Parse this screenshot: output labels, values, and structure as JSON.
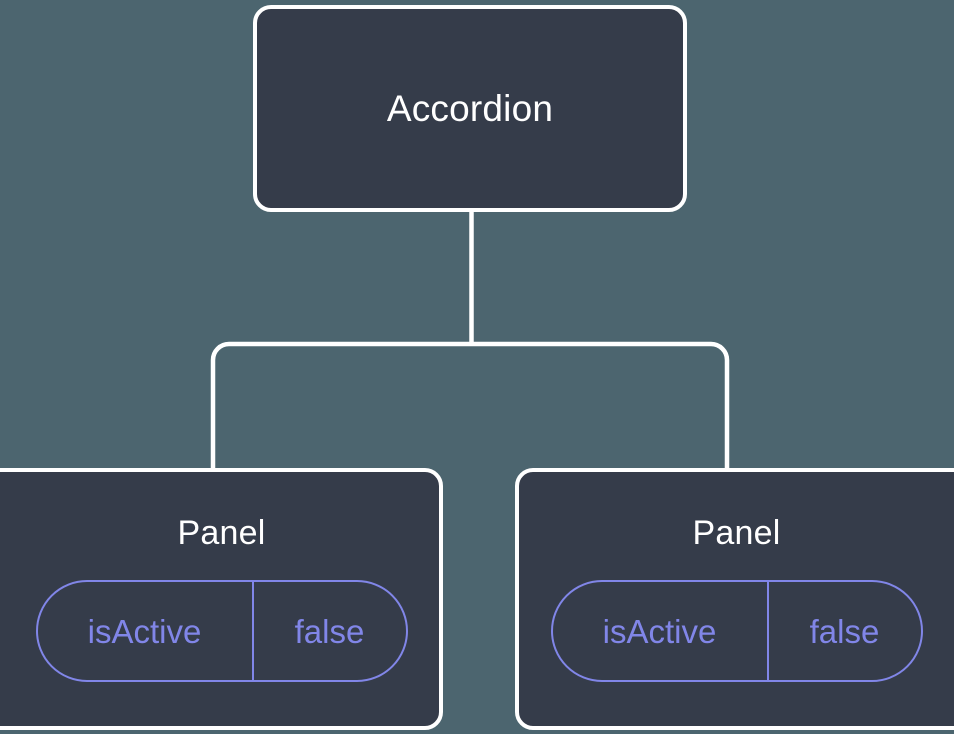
{
  "diagram": {
    "background_color": "#4c656f",
    "node_fill_color": "#353c4a",
    "node_border_color": "#ffffff",
    "accent_color": "#8186e8",
    "root": {
      "title": "Accordion"
    },
    "children": [
      {
        "title": "Panel",
        "prop_key": "isActive",
        "prop_value": "false"
      },
      {
        "title": "Panel",
        "prop_key": "isActive",
        "prop_value": "false"
      }
    ]
  }
}
